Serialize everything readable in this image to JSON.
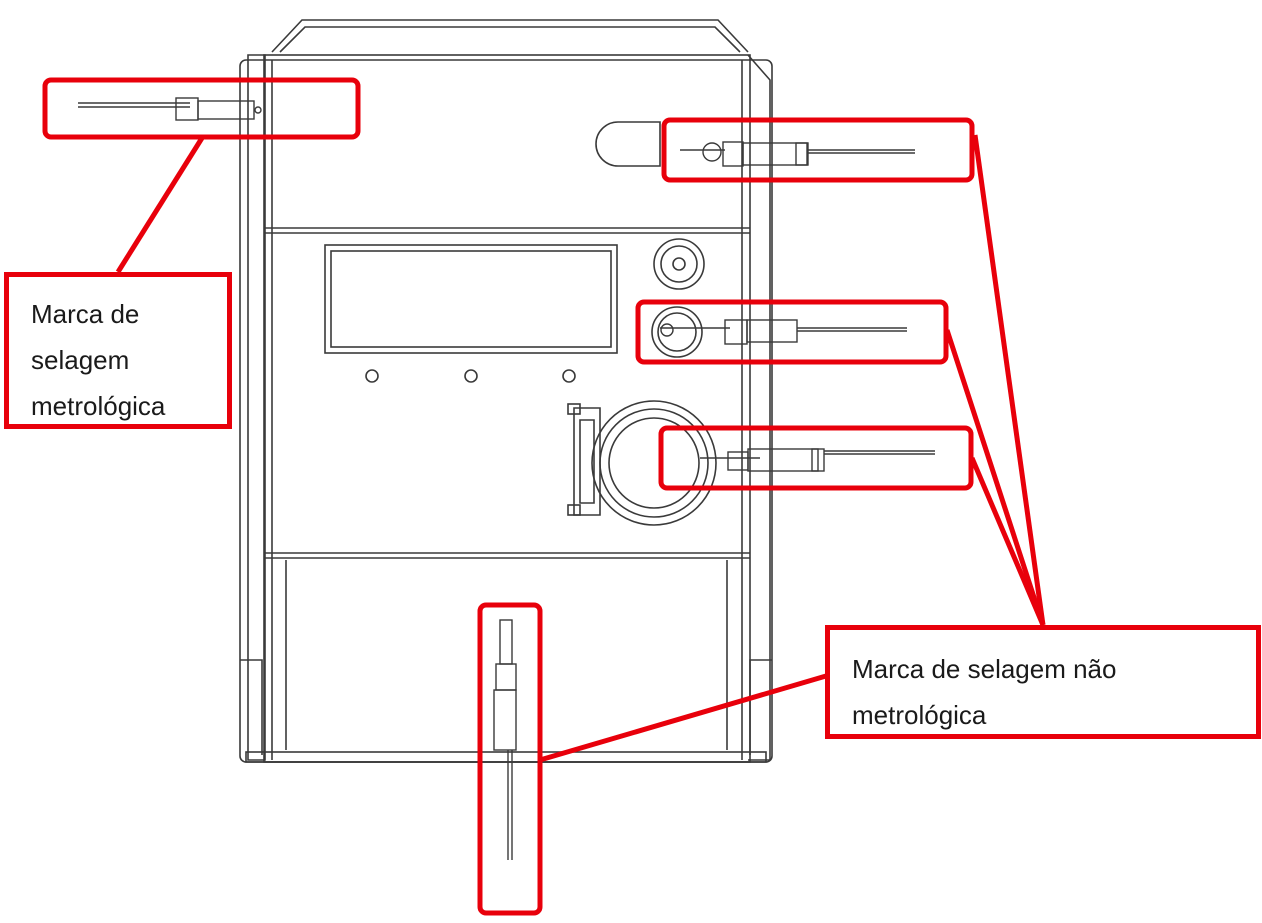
{
  "labels": {
    "metrological": {
      "lines": [
        "Marca de",
        "selagem",
        "metrológica"
      ]
    },
    "non_metrological": {
      "lines": [
        "Marca de selagem não",
        "metrológica"
      ]
    }
  },
  "colors": {
    "highlight": "#e8000b",
    "drawing": "#3a3a3a",
    "background": "#ffffff"
  }
}
